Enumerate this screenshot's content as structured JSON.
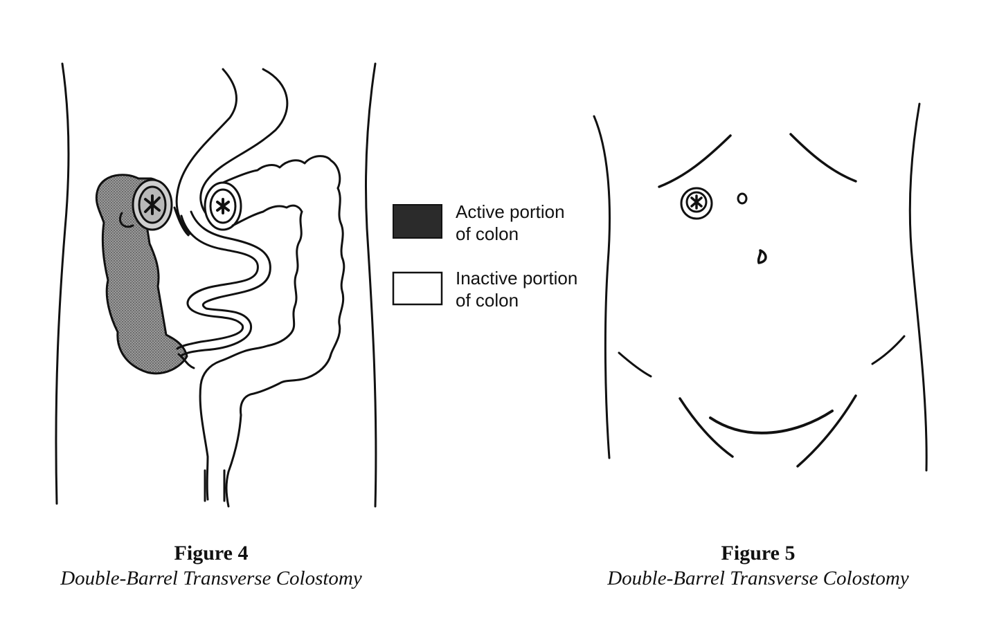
{
  "legend": {
    "active": "Active portion\nof colon",
    "inactive": "Inactive portion\nof colon",
    "colors": {
      "active": "#2b2b2b",
      "inactive": "#ffffff",
      "active_fill": "#8c8c8c",
      "stroke": "#111111"
    }
  },
  "figures": [
    {
      "title": "Figure 4",
      "subtitle": "Double-Barrel Transverse Colostomy"
    },
    {
      "title": "Figure 5",
      "subtitle": "Double-Barrel Transverse Colostomy"
    }
  ]
}
